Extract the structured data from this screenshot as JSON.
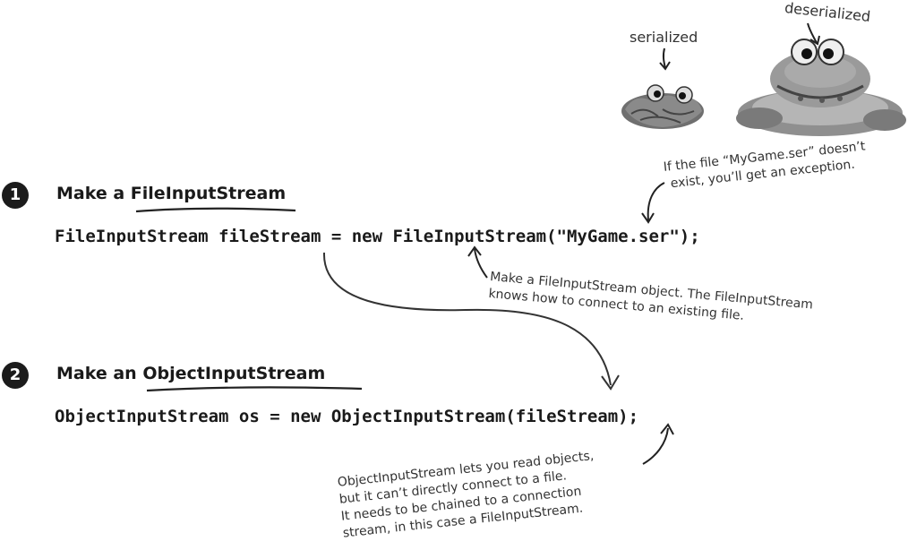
{
  "images": {
    "serialized_label": "serialized",
    "deserialized_label": "deserialized"
  },
  "step1": {
    "number": "1",
    "title_prefix": "Make a ",
    "title_highlight": "FileInputStream",
    "code": "FileInputStream fileStream = new FileInputStream(\"MyGame.ser\");",
    "note_exception": [
      "If the file “MyGame.ser” doesn’t",
      "exist, you’ll get an exception."
    ],
    "note_connect": [
      "Make a FileInputStream object. The FileInputStream",
      "knows how to connect to an existing file."
    ]
  },
  "step2": {
    "number": "2",
    "title_prefix": "Make an ",
    "title_highlight": "ObjectInputStream",
    "code": "ObjectInputStream os = new ObjectInputStream(fileStream);",
    "note": [
      "ObjectInputStream lets you read objects,",
      "but it can’t directly connect to a file.",
      "It needs to be chained to a connection",
      "stream, in this case a FileInputStream."
    ]
  }
}
